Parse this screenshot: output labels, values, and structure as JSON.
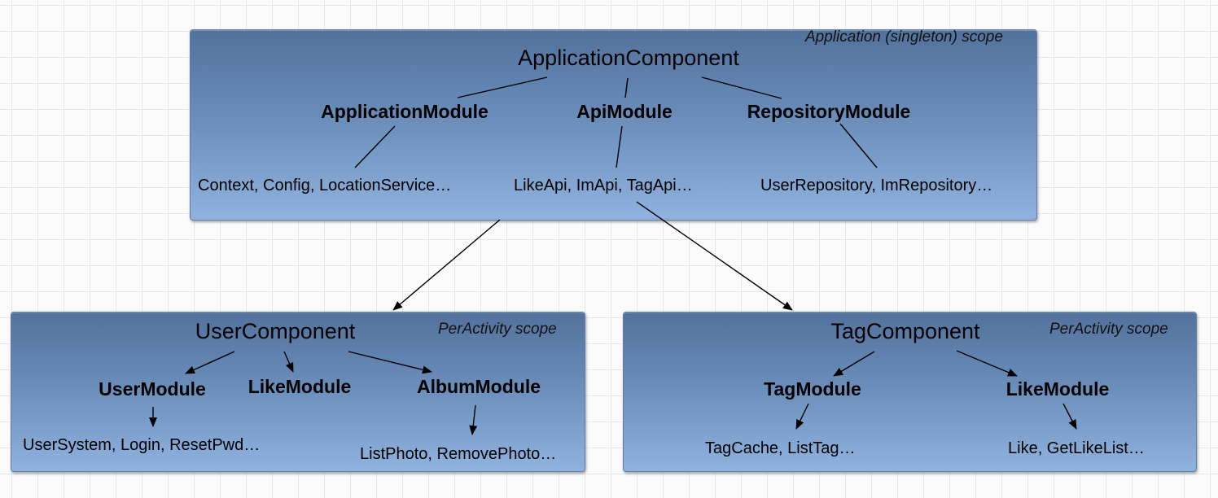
{
  "application": {
    "scope": "Application (singleton) scope",
    "component": "ApplicationComponent",
    "modules": [
      {
        "name": "ApplicationModule",
        "items": "Context, Config, LocationService…"
      },
      {
        "name": "ApiModule",
        "items": "LikeApi, ImApi, TagApi…"
      },
      {
        "name": "RepositoryModule",
        "items": "UserRepository, ImRepository…"
      }
    ]
  },
  "user": {
    "scope": "PerActivity scope",
    "component": "UserComponent",
    "modules": [
      {
        "name": "UserModule",
        "items": "UserSystem, Login, ResetPwd…"
      },
      {
        "name": "LikeModule",
        "items": ""
      },
      {
        "name": "AlbumModule",
        "items": "ListPhoto, RemovePhoto…"
      }
    ]
  },
  "tag": {
    "scope": "PerActivity scope",
    "component": "TagComponent",
    "modules": [
      {
        "name": "TagModule",
        "items": "TagCache, ListTag…"
      },
      {
        "name": "LikeModule",
        "items": "Like, GetLikeList…"
      }
    ]
  },
  "colors": {
    "box_top": "#52729c",
    "box_bottom": "#8fb2de",
    "line": "#000000"
  }
}
